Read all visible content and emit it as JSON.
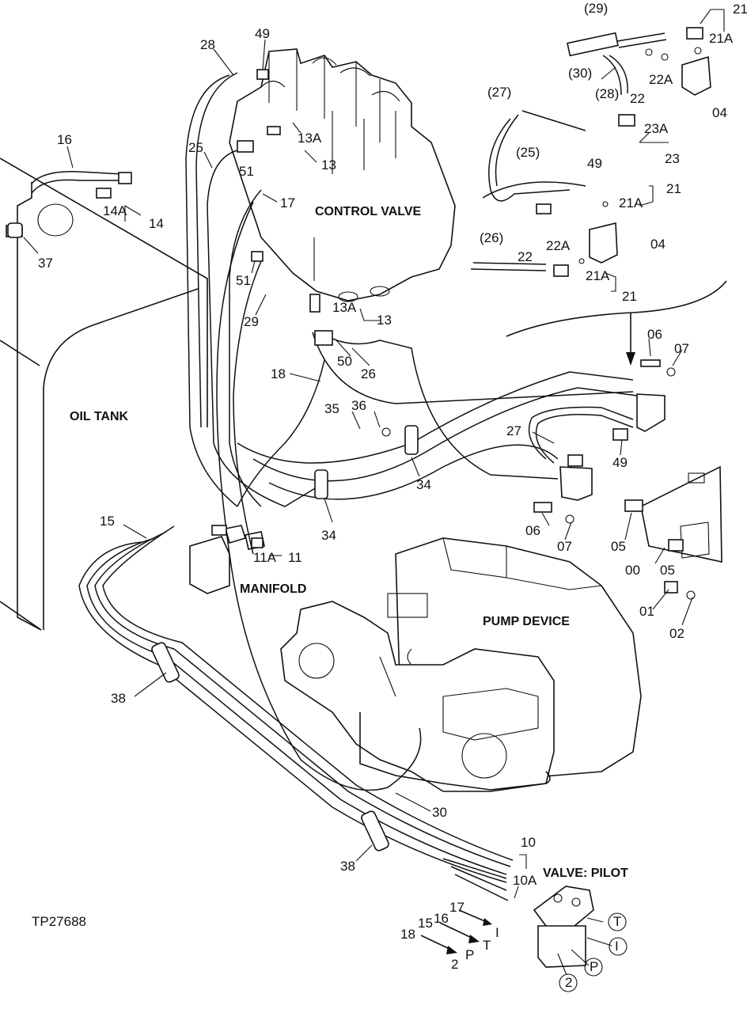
{
  "titles": {
    "control_valve": "CONTROL VALVE",
    "oil_tank": "OIL TANK",
    "manifold": "MANIFOLD",
    "pump_device": "PUMP DEVICE",
    "valve_pilot": "VALVE: PILOT",
    "figure_id": "TP27688"
  },
  "callouts": {
    "c28": "28",
    "c49a": "49",
    "c16": "16",
    "c25": "25",
    "c51a": "51",
    "c13Aa": "13A",
    "c13a": "13",
    "c17": "17",
    "c14A": "14A",
    "c14": "14",
    "c37": "37",
    "c51b": "51",
    "c29": "29",
    "c13Ab": "13A",
    "c13b": "13",
    "c50": "50",
    "c26": "26",
    "c18": "18",
    "c35": "35",
    "c36": "36",
    "c34a": "34",
    "c34b": "34",
    "c15": "15",
    "c11A": "11A",
    "c11": "11",
    "c38a": "38",
    "c38b": "38",
    "c30": "30",
    "c10": "10",
    "c10A": "10A",
    "c27b": "27",
    "c49b": "49",
    "c06a": "06",
    "c07a": "07",
    "c06b": "06",
    "c07b": "07",
    "c05a": "05",
    "c00": "00",
    "c05b": "05",
    "c01": "01",
    "c02": "02"
  },
  "inset": {
    "c29": "(29)",
    "c21a": "21",
    "c21Aa": "21A",
    "c30": "(30)",
    "c22Aa": "22A",
    "c28": "(28)",
    "c22a": "22",
    "c04a": "04",
    "c27": "(27)",
    "c23A": "23A",
    "c49": "49",
    "c23": "23",
    "c25": "(25)",
    "c21b": "21",
    "c21Ab": "21A",
    "c26": "(26)",
    "c22Ab": "22A",
    "c04b": "04",
    "c22b": "22",
    "c21Ac": "21A",
    "c21c": "21"
  },
  "ports": {
    "l17": "17",
    "lI1": "I",
    "l16": "16",
    "l15": "15",
    "lT1": "T",
    "l18": "18",
    "lP1": "P",
    "l2": "2",
    "cT": "T",
    "cI": "I",
    "cP": "P",
    "c2": "2"
  }
}
